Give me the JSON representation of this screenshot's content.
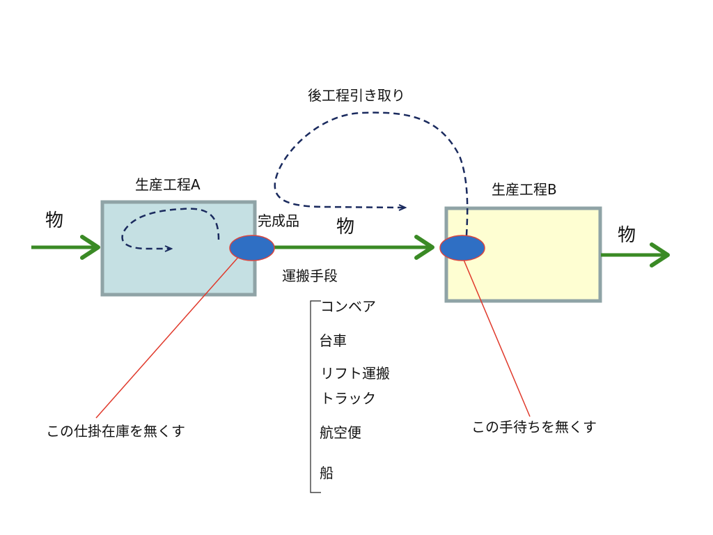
{
  "title": "後工程引き取り",
  "process_a": {
    "label": "生産工程A",
    "fill": "#c5e0e3",
    "stroke": "#8fa3a6"
  },
  "process_b": {
    "label": "生産工程B",
    "fill": "#fefed2",
    "stroke": "#8fa3a6"
  },
  "flow": {
    "input_label": "物",
    "middle_label": "物",
    "output_label": "物",
    "arrow_color": "#3a8a25"
  },
  "finished_goods_label": "完成品",
  "inventory_color": "#2f6fc4",
  "inventory_outline": "#d9453f",
  "pull_line_color": "#1a2a5e",
  "transport": {
    "heading": "運搬手段",
    "items": [
      "コンベア",
      "台車",
      "リフト運搬",
      "トラック",
      "航空便",
      "船"
    ]
  },
  "callouts": {
    "eliminate_wip": "この仕掛在庫を無くす",
    "eliminate_waiting": "この手待ちを無くす",
    "line_color": "#e0392b"
  }
}
